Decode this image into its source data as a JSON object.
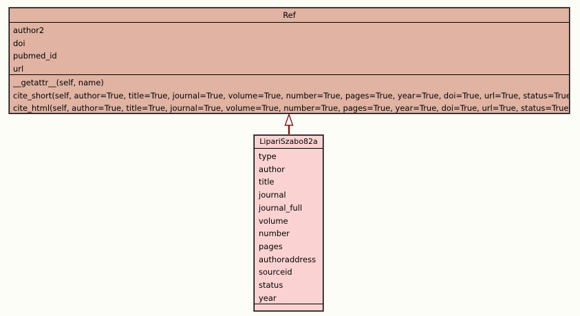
{
  "diagram": {
    "type": "uml-class-diagram",
    "background_color": "#fdfdf7",
    "edge_color": "#000000",
    "relationship": {
      "name": "generalization",
      "kind": "inheritance",
      "from": "LipariSzabo82a",
      "to": "Ref",
      "line_color": "#7f1414",
      "arrow_fill": "#fdfdf7",
      "arrow_shape": "hollow-triangle"
    }
  },
  "classes": [
    {
      "id": "ref",
      "name": "Ref",
      "fill_color": "#e0b3a3",
      "attributes": [
        "author2",
        "doi",
        "pubmed_id",
        "url"
      ],
      "operations": [
        "__getattr__(self, name)",
        "cite_short(self, author=True, title=True, journal=True, volume=True, number=True, pages=True, year=True, doi=True, url=True, status=True)",
        "cite_html(self, author=True, title=True, journal=True, volume=True, number=True, pages=True, year=True, doi=True, url=True, status=True)"
      ]
    },
    {
      "id": "liparis",
      "name": "LipariSzabo82a",
      "fill_color": "#fbd2d2",
      "attributes": [
        "type",
        "author",
        "title",
        "journal",
        "journal_full",
        "volume",
        "number",
        "pages",
        "authoraddress",
        "sourceid",
        "status",
        "year"
      ],
      "operations": []
    }
  ]
}
